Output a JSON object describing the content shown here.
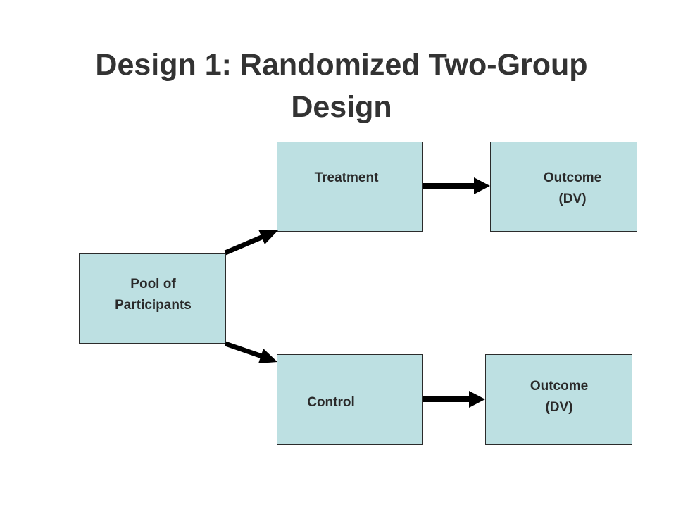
{
  "title": {
    "line1": "Design 1: Randomized Two-Group",
    "line2": "Design"
  },
  "nodes": {
    "pool": {
      "line1": "Pool of",
      "line2": "Participants"
    },
    "treatment": {
      "label": "Treatment"
    },
    "outcome_treatment": {
      "line1": "Outcome",
      "line2": "(DV)"
    },
    "control": {
      "label": "Control"
    },
    "outcome_control": {
      "line1": "Outcome",
      "line2": "(DV)"
    }
  },
  "edges": [
    {
      "from": "pool",
      "to": "treatment"
    },
    {
      "from": "pool",
      "to": "control"
    },
    {
      "from": "treatment",
      "to": "outcome_treatment"
    },
    {
      "from": "control",
      "to": "outcome_control"
    }
  ],
  "colors": {
    "box_fill": "#bde0e2",
    "box_border": "#2b2b2b",
    "arrow": "#000000",
    "title_text": "#333333",
    "label_text": "#2a2a2a"
  }
}
